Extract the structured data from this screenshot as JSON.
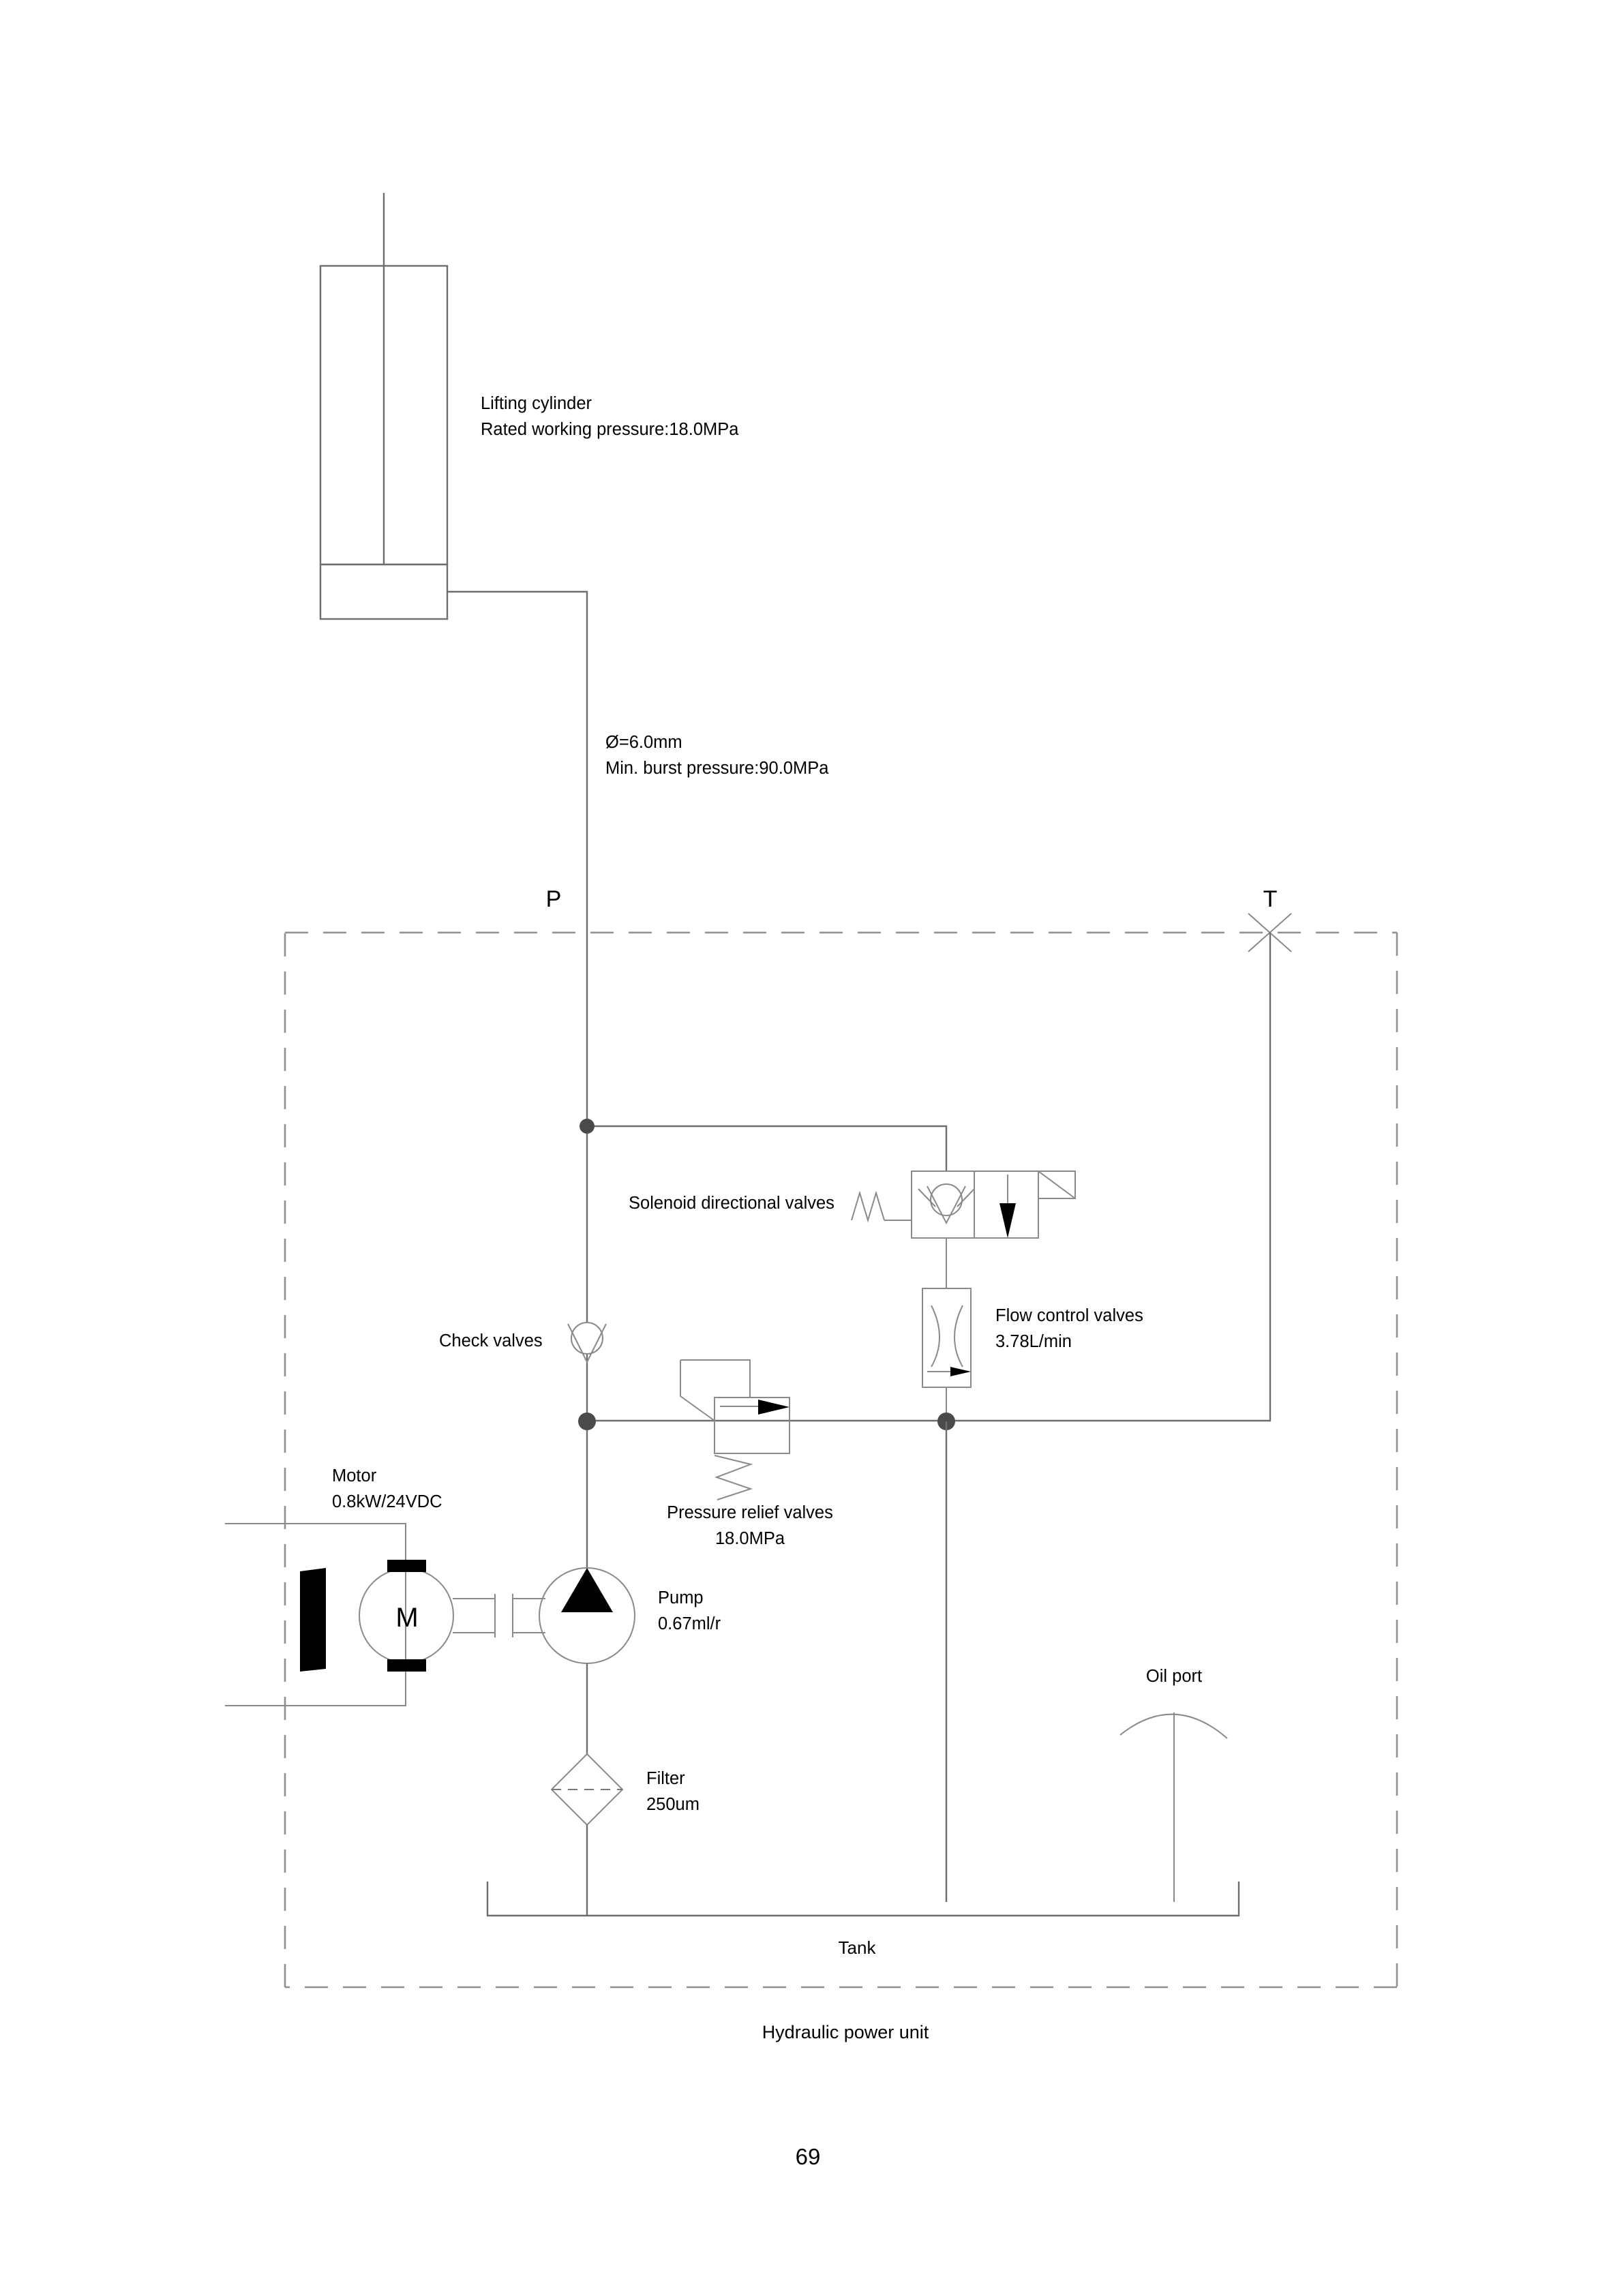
{
  "page": {
    "number": "69",
    "caption": "Hydraulic power unit"
  },
  "ports": {
    "pressure_label": "P",
    "tank_label": "T"
  },
  "components": {
    "cylinder": {
      "name": "Lifting cylinder",
      "spec": "Rated working pressure:18.0MPa"
    },
    "hose": {
      "diameter": "Ø=6.0mm",
      "burst": "Min. burst pressure:90.0MPa"
    },
    "solenoid_valve": {
      "name": "Solenoid directional valves"
    },
    "flow_control_valve": {
      "name": "Flow control valves",
      "spec": "3.78L/min"
    },
    "check_valve": {
      "name": "Check valves"
    },
    "relief_valve": {
      "name": "Pressure relief valves",
      "spec": "18.0MPa"
    },
    "motor": {
      "name": "Motor",
      "spec": "0.8kW/24VDC",
      "symbol": "M"
    },
    "pump": {
      "name": "Pump",
      "spec": "0.67ml/r"
    },
    "filter": {
      "name": "Filter",
      "spec": "250um"
    },
    "oil_port": {
      "name": "Oil port"
    },
    "tank": {
      "name": "Tank"
    }
  },
  "colors": {
    "line": "#6e6e6e",
    "dashed_boundary": "#8f8f8f",
    "fill_black": "#000000",
    "junction_dot": "#4a4a4a",
    "background": "#ffffff"
  }
}
